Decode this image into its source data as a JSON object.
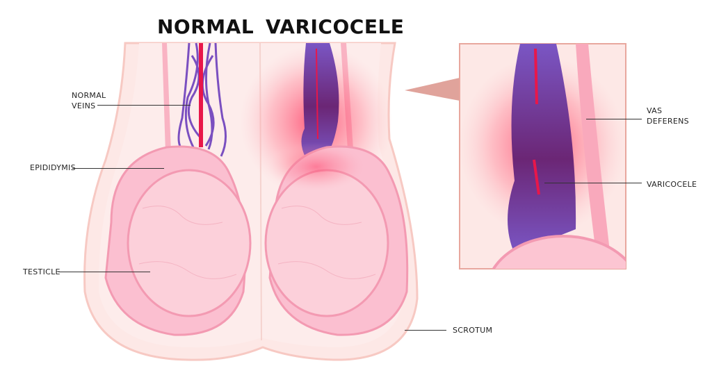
{
  "titles": {
    "normal": "NORMAL",
    "varicocele": "VARICOCELE"
  },
  "labels": {
    "normal_veins": [
      "NORMAL",
      "VEINS"
    ],
    "epididymis": "EPIDIDYMIS",
    "testicle": "TESTICLE",
    "scrotum": "SCROTUM",
    "vas_deferens": [
      "VAS",
      "DEFERENS"
    ],
    "varicocele": "VARICOCELE"
  },
  "colors": {
    "skin_light": "#fde8e6",
    "skin_outline": "#f6c3bd",
    "testicle_fill": "#fccfd9",
    "testicle_outline": "#f39ab2",
    "vein_purple": "#7a4fc0",
    "vein_dark": "#6a2a80",
    "artery_red": "#e8174a",
    "inflammation_glow": "#ff4a6e",
    "inset_border": "#e8a79e",
    "pointer": "#e0a39b"
  }
}
